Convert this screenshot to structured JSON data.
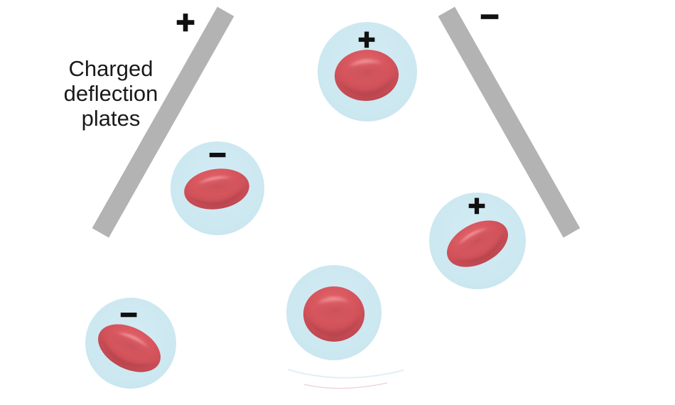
{
  "caption": {
    "text": "Charged\ndeflection\nplates"
  },
  "plates": [
    {
      "side": "left",
      "charge": "+",
      "color": "#b3b3b3"
    },
    {
      "side": "right",
      "charge": "−",
      "color": "#b3b3b3"
    }
  ],
  "droplets": [
    {
      "position": "top-center",
      "charge": "+",
      "contents": "red blood cell"
    },
    {
      "position": "upper-left",
      "charge": "−",
      "contents": "red blood cell"
    },
    {
      "position": "middle-right",
      "charge": "+",
      "contents": "red blood cell"
    },
    {
      "position": "bottom-left",
      "charge": "−",
      "contents": "red blood cell"
    },
    {
      "position": "bottom-center",
      "charge": "",
      "contents": "red blood cell"
    }
  ],
  "colors": {
    "background": "#ffffff",
    "droplet_fill": "#cbe7f0",
    "plate_fill": "#b3b3b3",
    "cell_red": "#d6555d",
    "cell_dark_red": "#ad3f49",
    "cell_highlight": "#f6abae",
    "text": "#111111"
  }
}
